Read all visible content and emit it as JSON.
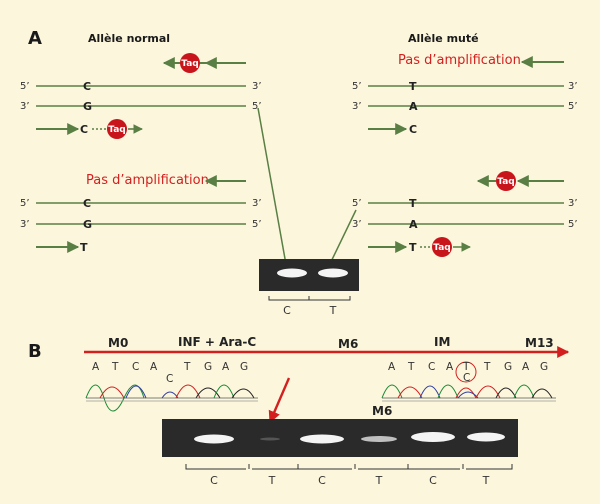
{
  "colors": {
    "strand": "#5a7f44",
    "red": "#d41f1f",
    "blue": "#2f3fa0",
    "gel": "#2a2a2a",
    "band": "#f4f4f4"
  },
  "panel_a": {
    "label": "A",
    "normal_header": "Allèle normal",
    "mutant_header": "Allèle muté",
    "no_amp": "Pas d’amplification",
    "taq": "Taq",
    "five": "5’",
    "three": "3’",
    "base_c": "C",
    "base_g": "G",
    "base_t": "T",
    "base_a": "A",
    "gel_lane_c": "C",
    "gel_lane_t": "T"
  },
  "panel_b": {
    "label": "B",
    "m0": "M0",
    "inf": "INF + Ara-C",
    "m6": "M6",
    "im": "IM",
    "m13": "M13",
    "gel_m6": "M6",
    "seq1": [
      "A",
      "T",
      "C",
      "A",
      "C",
      "T",
      "G",
      "A",
      "G"
    ],
    "seq2": [
      "A",
      "T",
      "C",
      "A",
      "T",
      "T",
      "G",
      "A",
      "G"
    ],
    "seq2_alt": "C",
    "gel_lanes": [
      "C",
      "T",
      "C",
      "T",
      "C",
      "T"
    ]
  }
}
